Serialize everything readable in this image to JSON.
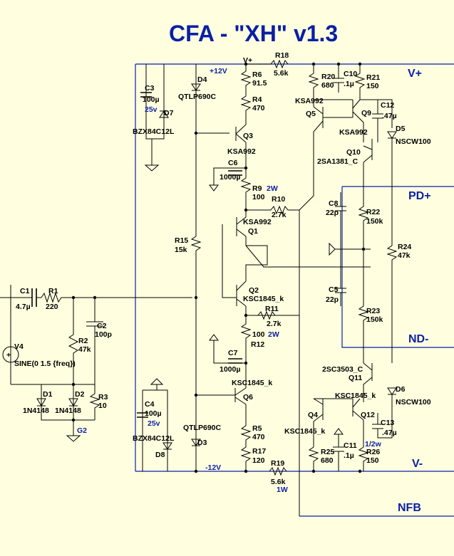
{
  "title": "CFA - \"XH\" v1.3",
  "nets": {
    "vplus": "V+",
    "vminus": "V-",
    "pdplus": "PD+",
    "ndminus": "ND-",
    "nfb": "NFB",
    "rail_pos_small": "V+",
    "rail_pos_12": "+12V",
    "rail_neg_12": "-12V",
    "g2": "G2"
  },
  "components": {
    "C1": {
      "ref": "C1",
      "value": "4.7µ"
    },
    "R1": {
      "ref": "R1",
      "value": "220"
    },
    "C2": {
      "ref": "C2",
      "value": "100p"
    },
    "R2": {
      "ref": "R2",
      "value": "47k"
    },
    "R3": {
      "ref": "R3",
      "value": "10"
    },
    "V4": {
      "ref": "V4",
      "value": "SINE(0 1.5 {freq})"
    },
    "D1": {
      "ref": "D1",
      "value": "1N4148"
    },
    "D2": {
      "ref": "D2",
      "value": "1N4148"
    },
    "C3": {
      "ref": "C3",
      "value": "100µ",
      "rating": "25v"
    },
    "D7": {
      "ref": "D7",
      "value": "BZX84C12L"
    },
    "C4": {
      "ref": "C4",
      "value": "100µ",
      "rating": "25v"
    },
    "D8": {
      "ref": "D8",
      "value": "BZX84C12L"
    },
    "D4": {
      "ref": "D4",
      "value": "QTLP690C"
    },
    "D3": {
      "ref": "D3",
      "value": "QTLP690C"
    },
    "R15": {
      "ref": "R15",
      "value": "15k"
    },
    "R6": {
      "ref": "R6",
      "value": "91.5"
    },
    "R4": {
      "ref": "R4",
      "value": "470"
    },
    "Q3": {
      "ref": "Q3",
      "value": "KSA992"
    },
    "C6": {
      "ref": "C6",
      "value": "1000µ"
    },
    "R9": {
      "ref": "R9",
      "value": "100",
      "rating": "2W"
    },
    "R10": {
      "ref": "R10",
      "value": "2.7k"
    },
    "Q1": {
      "ref": "Q1",
      "value": "KSA992"
    },
    "Q2": {
      "ref": "Q2",
      "value": "KSC1845_k"
    },
    "R11": {
      "ref": "R11",
      "value": "2.7k"
    },
    "R12": {
      "ref": "R12",
      "value": "100",
      "rating": "2W"
    },
    "C7": {
      "ref": "C7",
      "value": "1000µ"
    },
    "Q6": {
      "ref": "Q6",
      "value": "KSC1845_k"
    },
    "R5": {
      "ref": "R5",
      "value": "470"
    },
    "R17": {
      "ref": "R17",
      "value": "120"
    },
    "R18": {
      "ref": "R18",
      "value": "5.6k"
    },
    "R19": {
      "ref": "R19",
      "value": "5.6k",
      "rating": "1W"
    },
    "R20": {
      "ref": "R20",
      "value": "680"
    },
    "C10": {
      "ref": "C10",
      "value": ".1µ"
    },
    "R21": {
      "ref": "R21",
      "value": "150"
    },
    "Q5": {
      "ref": "Q5",
      "value": "KSA992"
    },
    "Q9": {
      "ref": "Q9",
      "value": "KSA992"
    },
    "C12": {
      "ref": "C12",
      "value": ".47µ"
    },
    "D5": {
      "ref": "D5",
      "value": "NSCW100"
    },
    "Q10": {
      "ref": "Q10",
      "value": "2SA1381_C"
    },
    "C8": {
      "ref": "C8",
      "value": "22p"
    },
    "R22": {
      "ref": "R22",
      "value": "150k"
    },
    "R24": {
      "ref": "R24",
      "value": "47k"
    },
    "C5": {
      "ref": "C5",
      "value": "22p"
    },
    "R23": {
      "ref": "R23",
      "value": "150k"
    },
    "Q11": {
      "ref": "Q11",
      "value": "2SC3503_C"
    },
    "D6": {
      "ref": "D6",
      "value": "NSCW100"
    },
    "Q4": {
      "ref": "Q4",
      "value": "KSC1845_k"
    },
    "Q12": {
      "ref": "Q12",
      "value": "KSC1845_k"
    },
    "C13": {
      "ref": "C13",
      "value": ".47µ",
      "rating": "1/2w"
    },
    "R25": {
      "ref": "R25",
      "value": "680"
    },
    "C11": {
      "ref": "C11",
      "value": ".1µ"
    },
    "R26": {
      "ref": "R26",
      "value": "150"
    }
  }
}
